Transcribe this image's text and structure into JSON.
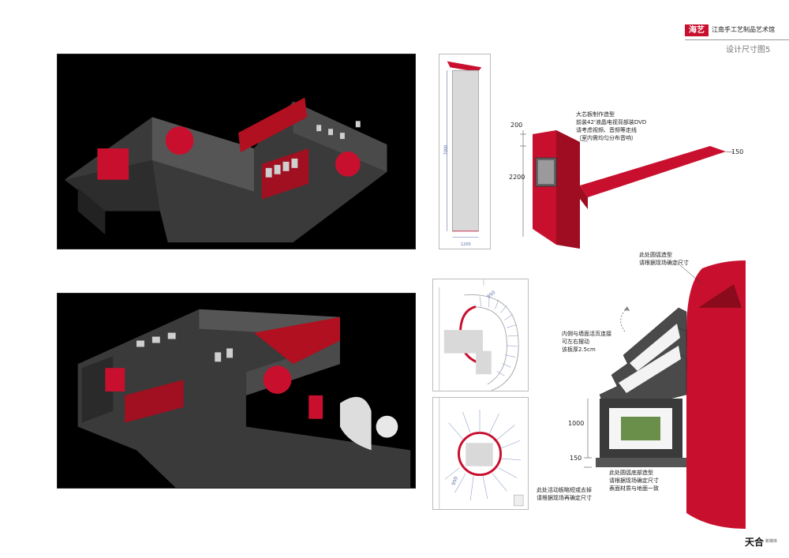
{
  "header": {
    "logo_text": "海艺",
    "title": "江南手工艺制品艺术馆",
    "sheet_label": "设计尺寸图5"
  },
  "elevation": {
    "height_dim": "7000",
    "width_dim": "1200"
  },
  "panel_detail": {
    "note_lines": [
      "大芯板制作造型",
      "前装42'液晶电视背部装DVD",
      "请考虑视频、音频等走线",
      "（室内需均匀分布音响）"
    ],
    "dim_top": "200",
    "dim_height": "2200",
    "dim_end": "150"
  },
  "stair_plan_top": {
    "dim": "950"
  },
  "stair_plan_bottom": {
    "dim": "950",
    "note_lines": [
      "此处活动板略短或去掉",
      "请根据现场再确定尺寸"
    ]
  },
  "curve_detail": {
    "note_top": [
      "此处圆弧造型",
      "请根据现场确定尺寸"
    ],
    "note_side": [
      "内侧与墙面活页连接",
      "可左右摆动",
      "该板厚2.5cm"
    ],
    "dim_1000": "1000",
    "dim_150": "150",
    "note_bottom": [
      "此处圆弧底部造型",
      "请根据现场确定尺寸",
      "表面材质与地面一致"
    ]
  },
  "footer": {
    "logo": "天合",
    "sub": "新媒体"
  },
  "colors": {
    "accent": "#c8102e",
    "render_bg": "#000000"
  }
}
